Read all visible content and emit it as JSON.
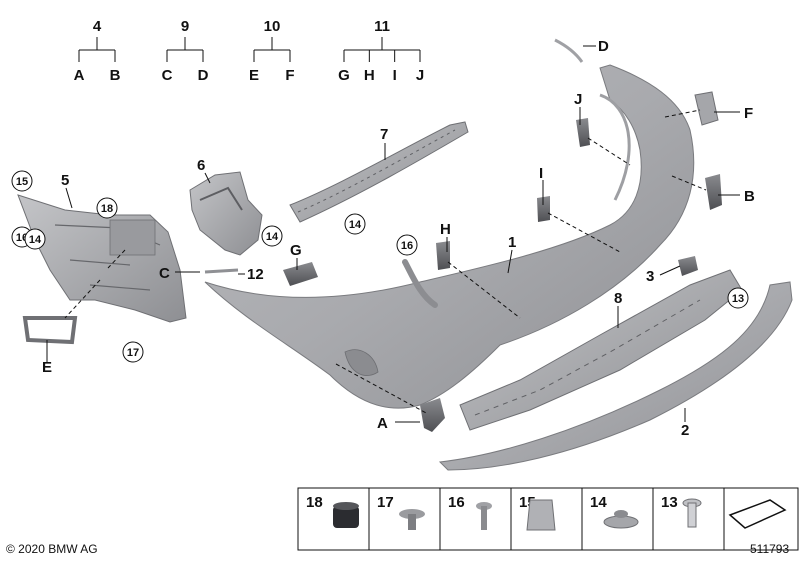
{
  "tree_groups": [
    {
      "parent": "4",
      "children": [
        "A",
        "B"
      ]
    },
    {
      "parent": "9",
      "children": [
        "C",
        "D"
      ]
    },
    {
      "parent": "10",
      "children": [
        "E",
        "F"
      ]
    },
    {
      "parent": "11",
      "children": [
        "G",
        "H",
        "I",
        "J"
      ]
    }
  ],
  "part_labels": {
    "D": "D",
    "F": "F",
    "B": "B",
    "J": "J",
    "I": "I",
    "H": "H",
    "G": "G",
    "C": "C",
    "E": "E",
    "A": "A",
    "p1": "1",
    "p2": "2",
    "p3": "3",
    "p5": "5",
    "p6": "6",
    "p7": "7",
    "p8": "8",
    "p12": "12"
  },
  "circled_labels": {
    "c15": "15",
    "c16a": "16",
    "c18": "18",
    "c14a": "14",
    "c14b": "14",
    "c14c": "14",
    "c16b": "16",
    "c17": "17",
    "c13": "13"
  },
  "fastener_tray": {
    "items": [
      "18",
      "17",
      "16",
      "15",
      "14",
      "13"
    ]
  },
  "copyright": "© 2020 BMW AG",
  "diagram_number": "511793"
}
